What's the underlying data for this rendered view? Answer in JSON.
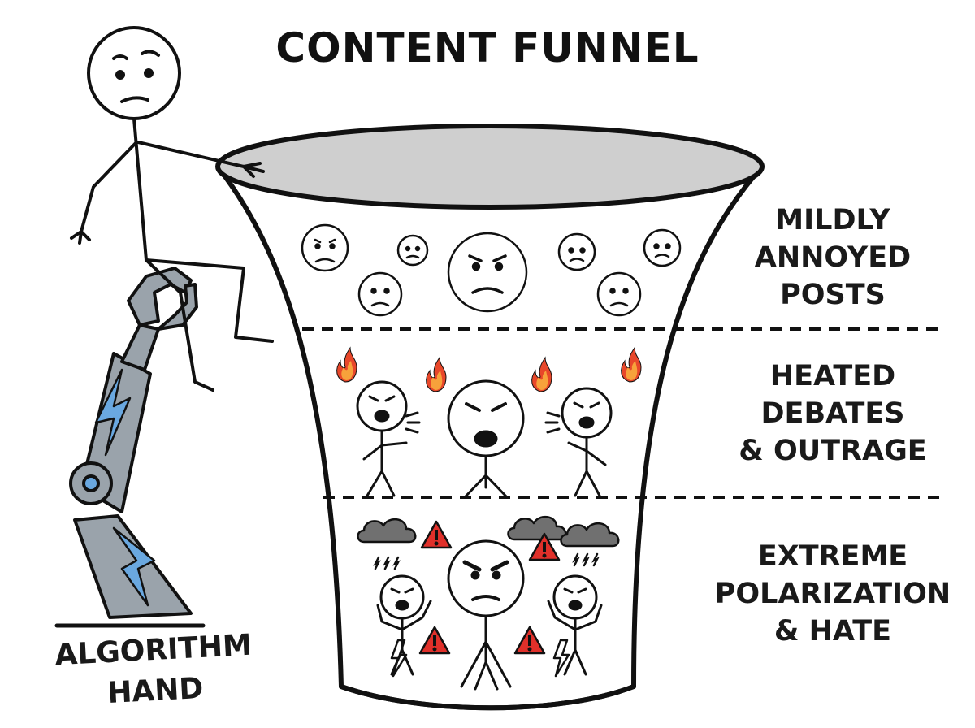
{
  "title": "CONTENT FUNNEL",
  "stages": [
    {
      "lines": [
        "MILDLY",
        "ANNOYED",
        "POSTS"
      ]
    },
    {
      "lines": [
        "HEATED",
        "DEBATES",
        "& OUTRAGE"
      ]
    },
    {
      "lines": [
        "EXTREME",
        "POLARIZATION",
        "& HATE"
      ]
    }
  ],
  "algorithm_label": {
    "lines": [
      "ALGORITHM",
      "HAND"
    ]
  },
  "colors": {
    "ink": "#111111",
    "funnel_rim_fill": "#cfcfcf",
    "flame": "#e8472a",
    "flame_inner": "#f7a23b",
    "warning": "#e0302a",
    "cloud": "#707070",
    "robot_metal": "#9aa3ab",
    "robot_blue": "#6aa8e0"
  }
}
